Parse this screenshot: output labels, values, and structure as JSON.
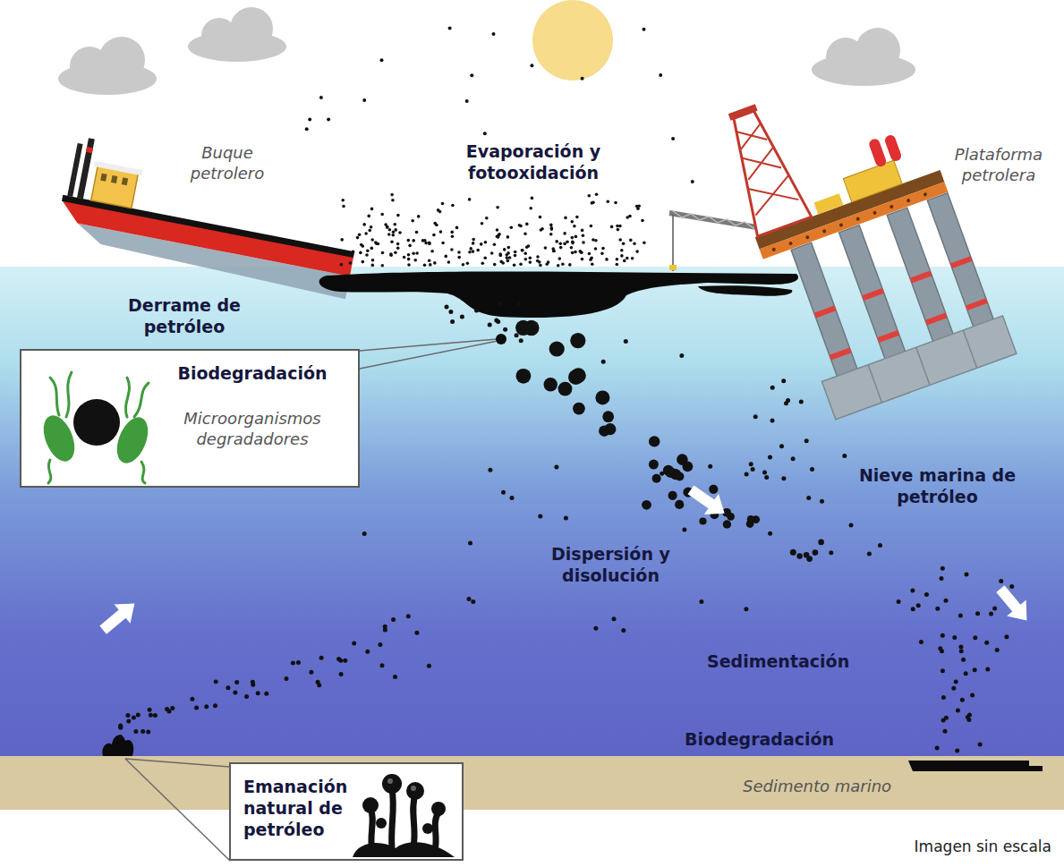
{
  "diagram": {
    "nodes": [
      {
        "text": [
          "Biodegradación",
          "Microorganismos degradadores"
        ]
      },
      {
        "text": [
          "Emanación natural de petróleo"
        ]
      }
    ],
    "labels": [
      "Buque petrolero",
      "Evaporación y fotooxidación",
      "Plataforma petrolera",
      "Derrame de petróleo",
      "Nieve marina de petróleo",
      "Dispersión y disolución",
      "Sedimentación",
      "Biodegradación",
      "Sedimento marino",
      "Imagen sin escala"
    ]
  }
}
